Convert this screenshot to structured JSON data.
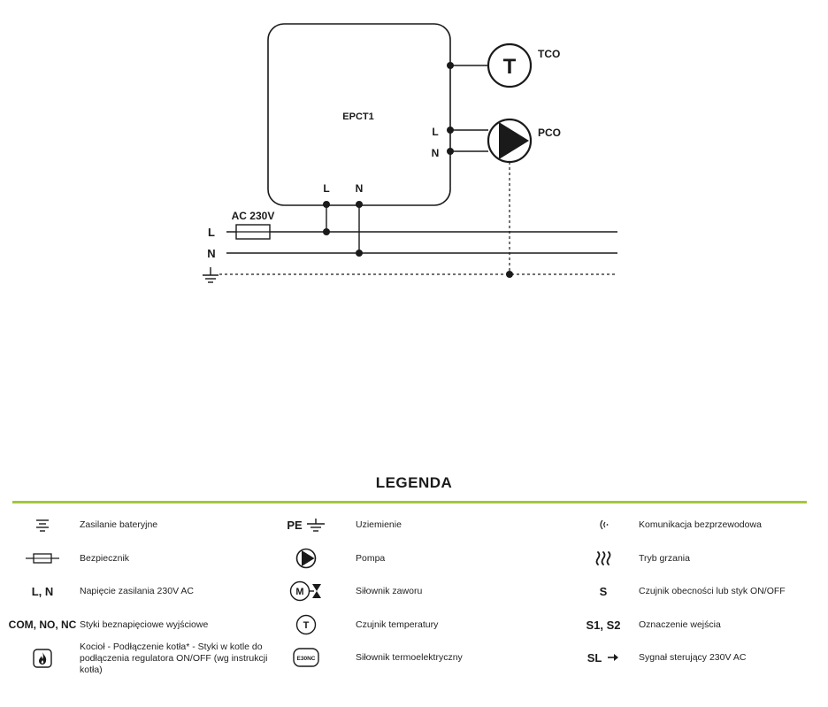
{
  "diagram": {
    "controller_label": "EPCT1",
    "sensor_letter": "T",
    "sensor_label": "TCO",
    "pump_label": "PCO",
    "pump_terminal_l": "L",
    "pump_terminal_n": "N",
    "supply_terminal_l": "L",
    "supply_terminal_n": "N",
    "fuse_label": "AC 230V",
    "line_l": "L",
    "line_n": "N"
  },
  "legend": {
    "title": "LEGENDA",
    "accent_color": "#a3c63a",
    "items": [
      {
        "icon": "battery-supply-icon",
        "symbol_text": "",
        "label": "Zasilanie bateryjne"
      },
      {
        "icon": "fuse-icon",
        "symbol_text": "",
        "label": "Bezpiecznik"
      },
      {
        "icon": "",
        "symbol_text": "L, N",
        "label": "Napięcie zasilania 230V AC"
      },
      {
        "icon": "",
        "symbol_text": "COM, NO, NC",
        "label": "Styki beznapięciowe wyjściowe"
      },
      {
        "icon": "boiler-flame-icon",
        "symbol_text": "",
        "label": "Kocioł - Podłączenie kotła* - Styki w kotle do podłączenia regulatora ON/OFF (wg instrukcji kotła)"
      },
      {
        "icon": "ground-icon",
        "symbol_text": "PE",
        "label": "Uziemienie"
      },
      {
        "icon": "pump-icon",
        "symbol_text": "",
        "label": "Pompa"
      },
      {
        "icon": "valve-actuator-icon",
        "symbol_text": "M",
        "label": "Siłownik zaworu"
      },
      {
        "icon": "temperature-sensor-icon",
        "symbol_text": "T",
        "label": "Czujnik temperatury"
      },
      {
        "icon": "thermoelectric-actuator-icon",
        "symbol_text": "E30NC",
        "label": "Siłownik termoelektryczny"
      },
      {
        "icon": "wireless-icon",
        "symbol_text": "",
        "label": "Komunikacja bezprzewodowa"
      },
      {
        "icon": "heating-mode-icon",
        "symbol_text": "",
        "label": "Tryb grzania"
      },
      {
        "icon": "",
        "symbol_text": "S",
        "label": "Czujnik obecności lub styk ON/OFF"
      },
      {
        "icon": "",
        "symbol_text": "S1, S2",
        "label": "Oznaczenie wejścia"
      },
      {
        "icon": "arrow-right-icon",
        "symbol_text": "SL",
        "label": "Sygnał sterujący 230V AC"
      }
    ]
  }
}
